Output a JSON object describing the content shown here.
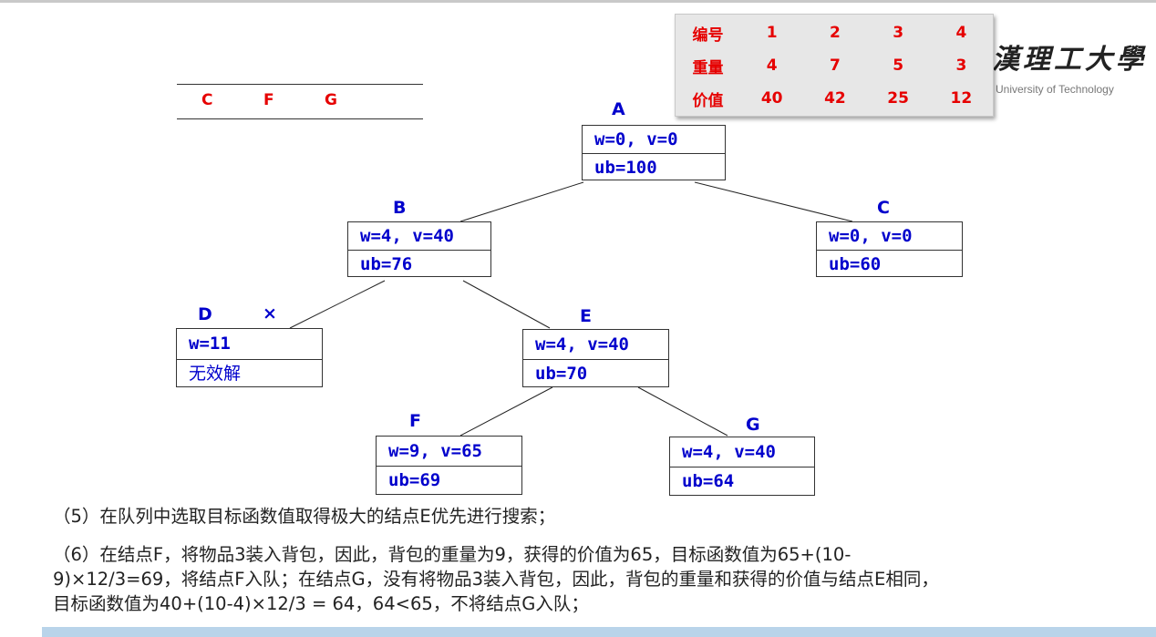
{
  "queue": {
    "items": [
      "C",
      "F",
      "G"
    ]
  },
  "item_table": {
    "rows": [
      {
        "header": "编号",
        "values": [
          "1",
          "2",
          "3",
          "4"
        ]
      },
      {
        "header": "重量",
        "values": [
          "4",
          "7",
          "5",
          "3"
        ]
      },
      {
        "header": "价值",
        "values": [
          "40",
          "42",
          "25",
          "12"
        ]
      }
    ]
  },
  "logo": {
    "text": "漢理工大學",
    "subtitle": "University of Technology"
  },
  "nodes": {
    "A": {
      "label": "A",
      "top": "w=0, v=0",
      "bottom": "ub=100"
    },
    "B": {
      "label": "B",
      "top": "w=4, v=40",
      "bottom": "ub=76"
    },
    "C": {
      "label": "C",
      "top": "w=0, v=0",
      "bottom": "ub=60"
    },
    "D": {
      "label": "D",
      "top": "w=11",
      "bottom": "无效解",
      "mark": "×"
    },
    "E": {
      "label": "E",
      "top": "w=4, v=40",
      "bottom": "ub=70"
    },
    "F": {
      "label": "F",
      "top": "w=9, v=65",
      "bottom": "ub=69"
    },
    "G": {
      "label": "G",
      "top": "w=4, v=40",
      "bottom": "ub=64"
    }
  },
  "text": {
    "step5": "（5）在队列中选取目标函数值取得极大的结点E优先进行搜索；",
    "step6_line1": "（6）在结点F，将物品3装入背包，因此，背包的重量为9，获得的价值为65，目标函数值为65+(10-",
    "step6_line2": "9)×12/3=69，将结点F入队；在结点G，没有将物品3装入背包，因此，背包的重量和获得的价值与结点E相同，",
    "step6_line3": "目标函数值为40+(10-4)×12/3 = 64，64<65，不将结点G入队；"
  },
  "colors": {
    "node_text": "#0000cc",
    "accent_red": "#e60000",
    "table_bg": "#e7e7e7"
  }
}
